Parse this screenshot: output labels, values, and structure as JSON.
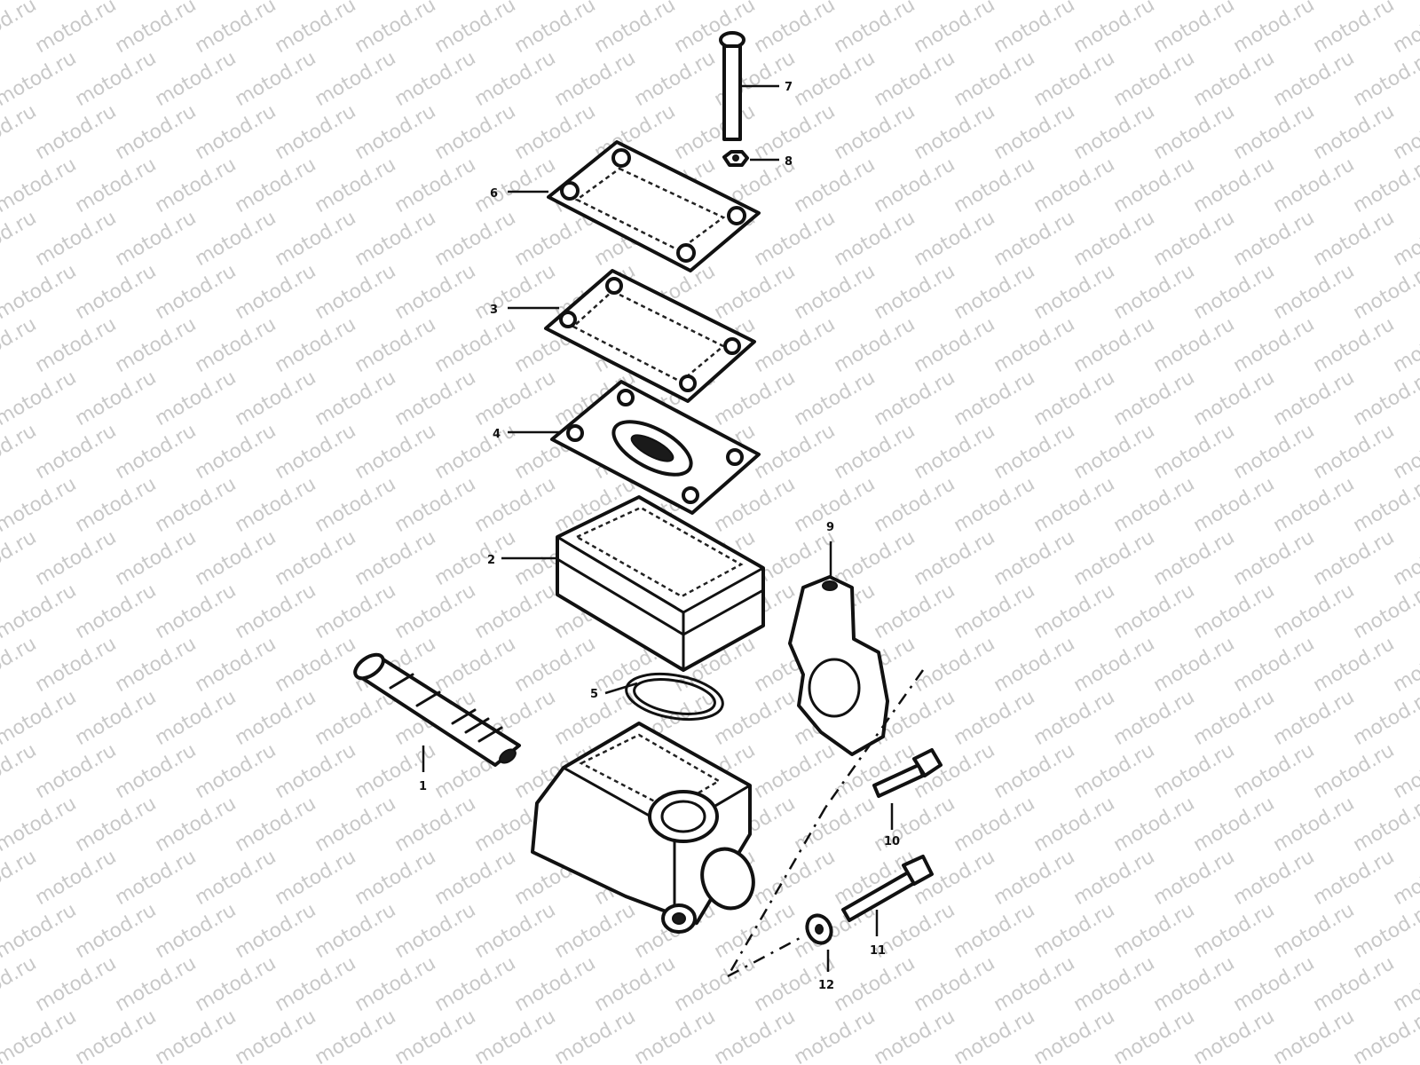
{
  "watermark": {
    "text": "motod.ru",
    "color": "#c8c8c8"
  },
  "labels": {
    "p1": "1",
    "p2": "2",
    "p3": "3",
    "p4": "4",
    "p5": "5",
    "p6": "6",
    "p7": "7",
    "p8": "8",
    "p9": "9",
    "p10": "10",
    "p11": "11",
    "p12": "12"
  }
}
